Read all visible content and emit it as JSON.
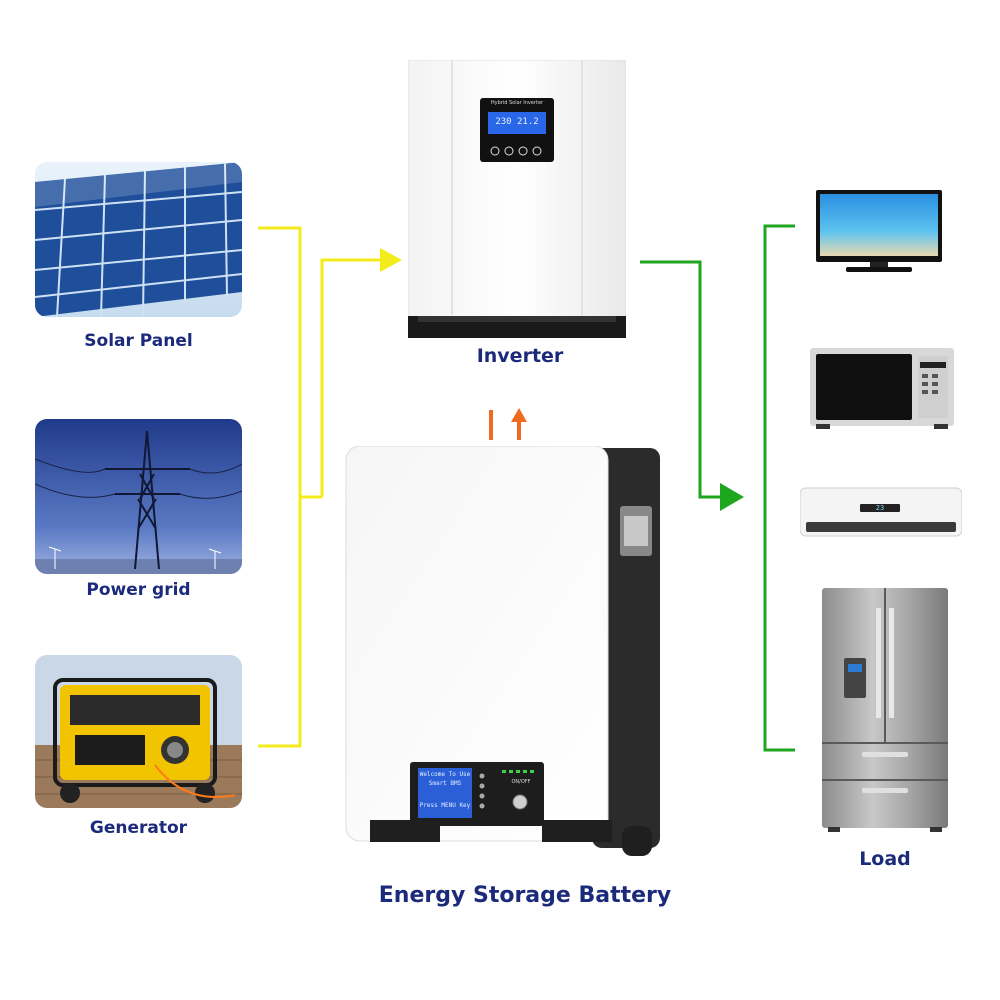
{
  "sources": [
    {
      "label": "Solar Panel"
    },
    {
      "label": "Power grid"
    },
    {
      "label": "Generator"
    }
  ],
  "inverter": {
    "label": "Inverter",
    "panel_title": "Hybrid Solar Inverter",
    "display_text": "230 21.2"
  },
  "battery": {
    "label": "Energy Storage Battery",
    "display_line1": "Welcome To Use",
    "display_line2": "Smart BMS",
    "display_line3": "Press MENU Key",
    "switch_label": "ON/OFF"
  },
  "load": {
    "label": "Load",
    "ac_display": "23"
  },
  "colors": {
    "input_line": "#f2ec1a",
    "output_line": "#1ea61e",
    "charge_arrows": "#f06a1f",
    "label_text": "#1b2a7a"
  }
}
